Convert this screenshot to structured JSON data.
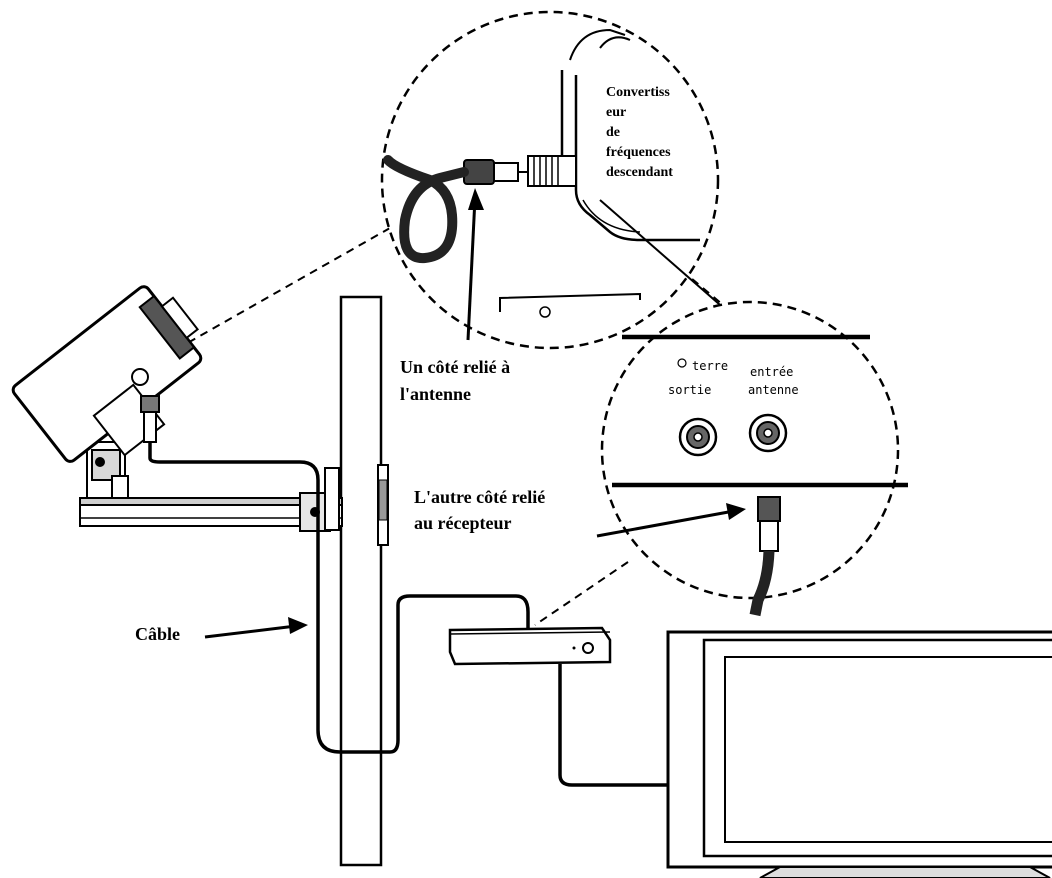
{
  "labels": {
    "downconverter": [
      "Convertiss",
      "eur",
      "de",
      "fréquences",
      "descendant"
    ],
    "antenna_side": [
      "Un côté relié à",
      "l'antenne"
    ],
    "receiver_side": [
      "L'autre côté relié",
      "au récepteur"
    ],
    "cable": "Câble",
    "port_ground": "terre",
    "port_input": [
      "entrée",
      "antenne"
    ],
    "port_output": "sortie"
  }
}
